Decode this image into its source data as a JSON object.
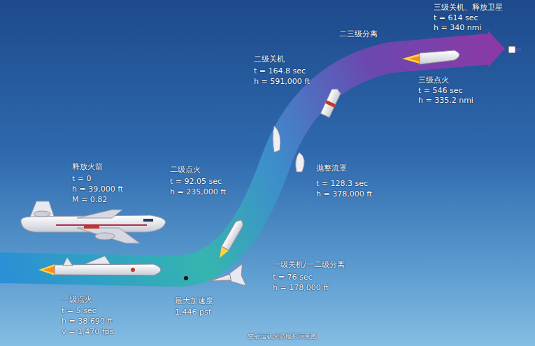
{
  "diagram": {
    "caption": "空射运载火箭模拟示意图",
    "labels": [
      "三级关机、释放卫星",
      "t = 614 sec",
      "h = 340 nmi",
      "二三级分离",
      "二级关机",
      "t = 164.8 sec",
      "h = 591,000 ft",
      "三级点火",
      "t = 546 sec",
      "h = 335.2 nmi",
      "释放火箭",
      "t = 0",
      "h = 39,000 ft",
      "M = 0.82",
      "二级点火",
      "t = 92.05 sec",
      "h = 235,000 ft",
      "抛整流罩",
      "t = 128.3 sec",
      "h = 378,000 ft",
      "一级关机/一二级分离",
      "t = 76 sec",
      "h = 178,000 ft",
      "一级点火",
      "t = 5 sec",
      "h = 38,690 ft",
      "v = 1,470 fps",
      "最大加速度",
      "1,446 psf"
    ]
  }
}
